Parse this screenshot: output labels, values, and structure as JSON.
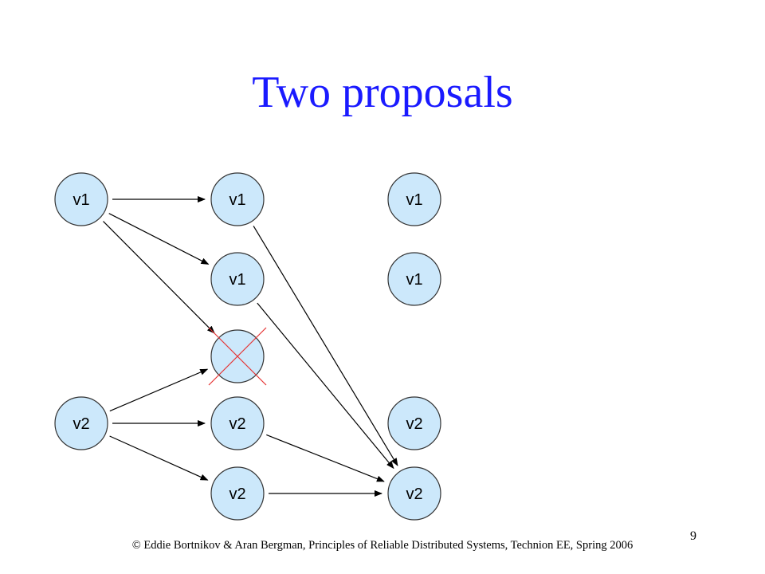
{
  "slide": {
    "title": "Two proposals",
    "footer": "© Eddie Bortnikov & Aran Bergman, Principles of Reliable Distributed Systems, Technion EE, Spring 2006",
    "page_number": "9"
  },
  "colors": {
    "title": "#1a1aff",
    "node_fill": "#cce8fb",
    "node_stroke": "#333333",
    "edge": "#000000",
    "cross": "#e63333"
  },
  "diagram": {
    "nodes": [
      {
        "id": "c0r0",
        "label": "v1"
      },
      {
        "id": "c0r3",
        "label": "v2"
      },
      {
        "id": "c1r0",
        "label": "v1"
      },
      {
        "id": "c1r1",
        "label": "v1"
      },
      {
        "id": "c1r2",
        "label": "",
        "crossed": true
      },
      {
        "id": "c1r3",
        "label": "v2"
      },
      {
        "id": "c1r4",
        "label": "v2"
      },
      {
        "id": "c2r0",
        "label": "v1"
      },
      {
        "id": "c2r1",
        "label": "v1"
      },
      {
        "id": "c2r3",
        "label": "v2"
      },
      {
        "id": "c2r4",
        "label": "v2"
      }
    ],
    "edges": [
      {
        "from": "c0r0",
        "to": "c1r0"
      },
      {
        "from": "c0r0",
        "to": "c1r1"
      },
      {
        "from": "c0r0",
        "to": "c1r2"
      },
      {
        "from": "c0r3",
        "to": "c1r2"
      },
      {
        "from": "c0r3",
        "to": "c1r3"
      },
      {
        "from": "c0r3",
        "to": "c1r4"
      },
      {
        "from": "c1r0",
        "to": "c2r4"
      },
      {
        "from": "c1r1",
        "to": "c2r4"
      },
      {
        "from": "c1r3",
        "to": "c2r4"
      },
      {
        "from": "c1r4",
        "to": "c2r4"
      }
    ]
  }
}
